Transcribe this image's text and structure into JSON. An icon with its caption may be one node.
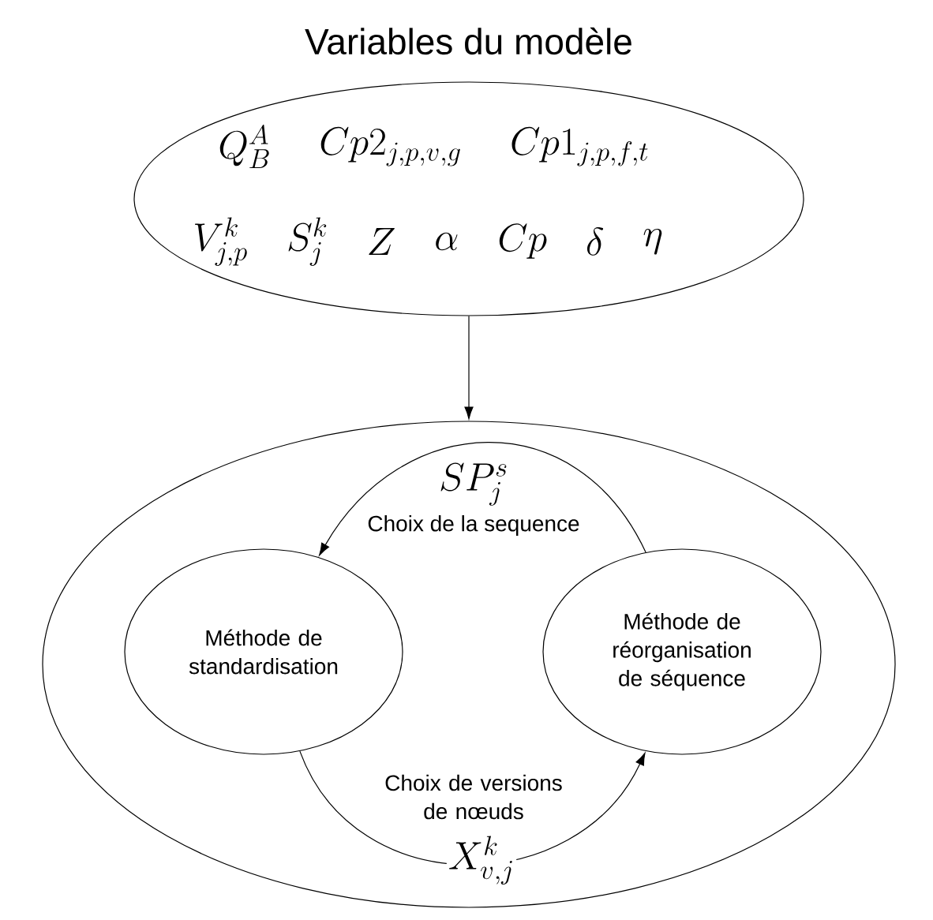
{
  "diagram": {
    "title": "Variables du modèle",
    "nodes": [
      {
        "text": [
          "Q_B^A",
          "Cp2_{j,p,v,g}",
          "Cp1_{j,p,f,t}",
          "V_{j,p}^k",
          "S_j^k",
          "Z",
          "\\alpha",
          "Cp",
          "\\delta",
          "\\eta"
        ]
      },
      {
        "text": [],
        "shape": "ellipse"
      },
      {
        "text": [
          "Méthode de standardisation"
        ],
        "in": 1
      },
      {
        "text": [
          "Méthode de réorganisation de séquence"
        ],
        "in": 1
      }
    ],
    "edges": [
      {
        "from": 0,
        "to": 1,
        "arrow": "to"
      },
      {
        "from": 3,
        "to": 2,
        "arrow": "to",
        "label": "Choix de la sequence"
      },
      {
        "from": 2,
        "to": 3,
        "arrow": "to",
        "label": "Choix de versions de nœuds"
      }
    ],
    "labels": [
      "SP_j^s",
      "X_{v,j}^k"
    ]
  }
}
